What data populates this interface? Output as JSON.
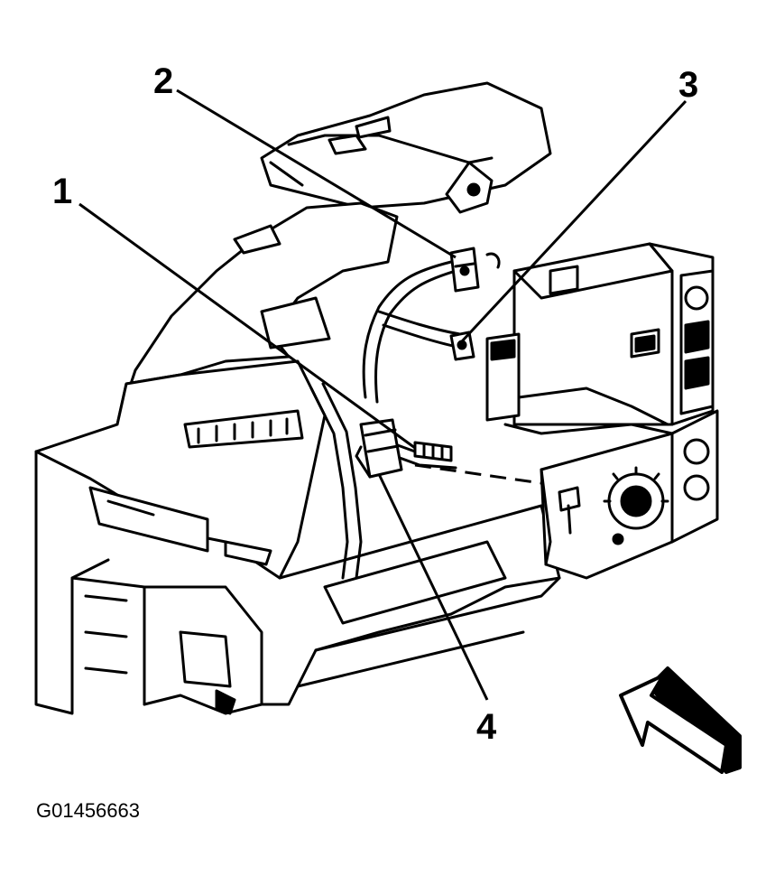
{
  "callouts": [
    {
      "id": "1",
      "text": "1"
    },
    {
      "id": "2",
      "text": "2"
    },
    {
      "id": "3",
      "text": "3"
    },
    {
      "id": "4",
      "text": "4"
    }
  ],
  "figure_id": "G01456663",
  "icons": {
    "arrow": "forward-arrow-icon"
  }
}
